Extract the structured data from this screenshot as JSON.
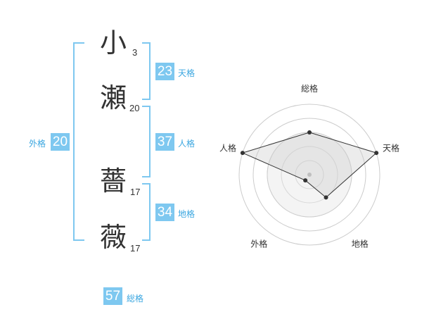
{
  "name_chars": [
    {
      "char": "小",
      "strokes": "3"
    },
    {
      "char": "瀬",
      "strokes": "20"
    },
    {
      "char": "薔",
      "strokes": "17"
    },
    {
      "char": "薇",
      "strokes": "17"
    }
  ],
  "fortunes": {
    "tenkaku": {
      "value": "23",
      "label": "天格"
    },
    "jinkaku": {
      "value": "37",
      "label": "人格"
    },
    "chikaku": {
      "value": "34",
      "label": "地格"
    },
    "gaikaku": {
      "value": "20",
      "label": "外格"
    },
    "soukaku": {
      "value": "57",
      "label": "総格"
    }
  },
  "colors": {
    "accent": "#7ec8f0",
    "label": "#3aa6e0",
    "text": "#333333"
  },
  "chart_data": {
    "type": "radar",
    "axes": [
      "総格",
      "天格",
      "地格",
      "外格",
      "人格"
    ],
    "values": [
      3,
      5,
      2,
      0.5,
      5
    ],
    "rmax": 5,
    "rings": 5
  }
}
